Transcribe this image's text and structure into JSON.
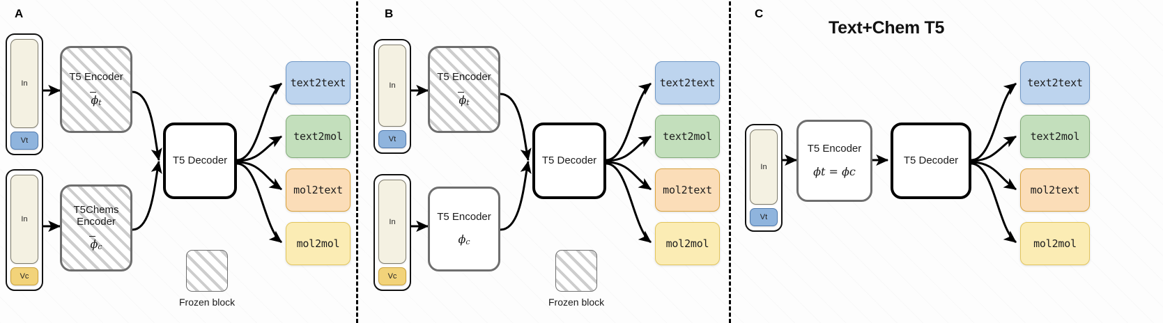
{
  "figure": {
    "title": "Text+Chem T5",
    "panels": [
      "A",
      "B",
      "C"
    ],
    "legend_label": "Frozen block"
  },
  "labels": {
    "panel_a": "A",
    "panel_b": "B",
    "panel_c": "C",
    "in": "In",
    "vocab_text": "Vt",
    "vocab_chem": "Vc",
    "t5_encoder": "T5 Encoder",
    "t5chems_encoder_line1": "T5Chems",
    "t5chems_encoder_line2": "Encoder",
    "t5_decoder": "T5 Decoder",
    "frozen_block": "Frozen block"
  },
  "symbols": {
    "phi_t_frozen": "ϕ",
    "phi_c_frozen": "ϕ",
    "phi_c": "ϕ",
    "sub_t": "t",
    "sub_c": "c",
    "phi_shared": "ϕ",
    "equals": "="
  },
  "tasks": [
    {
      "id": "text2text",
      "label": "text2text",
      "fill": "#bdd4ee",
      "border": "#6f97c6"
    },
    {
      "id": "text2mol",
      "label": "text2mol",
      "fill": "#c3dfbc",
      "border": "#82ab79"
    },
    {
      "id": "mol2text",
      "label": "mol2text",
      "fill": "#fbddb8",
      "border": "#d9a23c"
    },
    {
      "id": "mol2mol",
      "label": "mol2mol",
      "fill": "#fbecb4",
      "border": "#e2c55c"
    }
  ],
  "panel_a": {
    "letter": "A",
    "inputs": [
      {
        "in": "In",
        "vocab": "Vt",
        "vocab_kind": "text"
      },
      {
        "in": "In",
        "vocab": "Vc",
        "vocab_kind": "chem"
      }
    ],
    "encoders": [
      {
        "title": "T5 Encoder",
        "symbol": "ϕ",
        "sub": "t",
        "overbar": true,
        "frozen": true
      },
      {
        "title": "T5Chems Encoder",
        "symbol": "ϕ",
        "sub": "c",
        "overbar": true,
        "frozen": true
      }
    ],
    "decoder": {
      "title": "T5 Decoder",
      "frozen": false
    },
    "tasks": [
      "text2text",
      "text2mol",
      "mol2text",
      "mol2mol"
    ],
    "legend": "Frozen block"
  },
  "panel_b": {
    "letter": "B",
    "inputs": [
      {
        "in": "In",
        "vocab": "Vt",
        "vocab_kind": "text"
      },
      {
        "in": "In",
        "vocab": "Vc",
        "vocab_kind": "chem"
      }
    ],
    "encoders": [
      {
        "title": "T5 Encoder",
        "symbol": "ϕ",
        "sub": "t",
        "overbar": true,
        "frozen": true
      },
      {
        "title": "T5 Encoder",
        "symbol": "ϕ",
        "sub": "c",
        "overbar": false,
        "frozen": false
      }
    ],
    "decoder": {
      "title": "T5 Decoder",
      "frozen": false
    },
    "tasks": [
      "text2text",
      "text2mol",
      "mol2text",
      "mol2mol"
    ],
    "legend": "Frozen block"
  },
  "panel_c": {
    "letter": "C",
    "title": "Text+Chem T5",
    "inputs": [
      {
        "in": "In",
        "vocab": "Vt",
        "vocab_kind": "text"
      }
    ],
    "encoder": {
      "title": "T5 Encoder",
      "formula": "ϕt = ϕc",
      "frozen": false
    },
    "decoder": {
      "title": "T5 Decoder",
      "frozen": false
    },
    "tasks": [
      "text2text",
      "text2mol",
      "mol2text",
      "mol2mol"
    ]
  },
  "colors": {
    "frozen_hatch": "#828282",
    "gray_border": "#6e6e6e",
    "black_border": "#000000",
    "input_fill": "#f4f1e2",
    "vt_fill": "#8fb4dd",
    "vc_fill": "#f2d37a"
  }
}
